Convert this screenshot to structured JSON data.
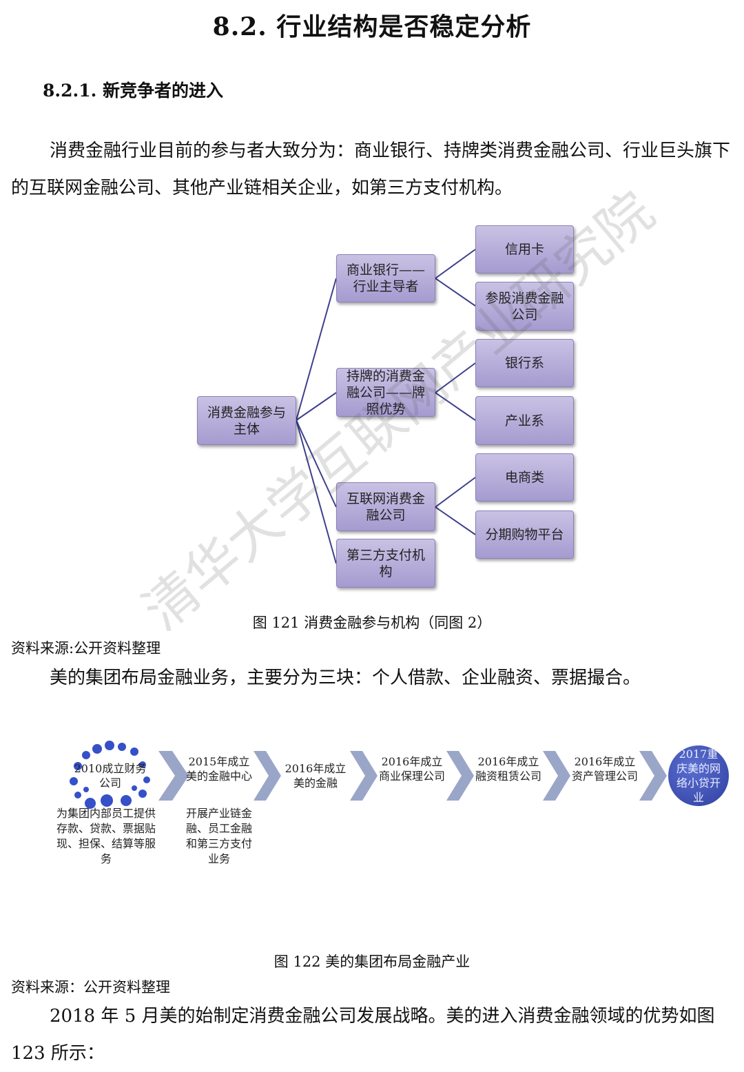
{
  "heading": "8.2.  行业结构是否稳定分析",
  "subheading": "8.2.1.   新竞争者的进入",
  "para1": "消费金融行业目前的参与者大致分为：商业银行、持牌类消费金融公司、行业巨头旗下的互联网金融公司、其他产业链相关企业，如第三方支付机构。",
  "tree": {
    "root": "消费金融参与主体",
    "l1": [
      "商业银行——行业主导者",
      "持牌的消费金融公司——牌照优势",
      "互联网消费金融公司",
      "第三方支付机构"
    ],
    "l2": [
      "信用卡",
      "参股消费金融公司",
      "银行系",
      "产业系",
      "电商类",
      "分期购物平台"
    ]
  },
  "caption1": "图  121  消费金融参与机构（同图 2）",
  "source1": "资料来源:公开资料整理",
  "para2": "美的集团布局金融业务，主要分为三块：个人借款、企业融资、票据撮合。",
  "timeline": {
    "steps": [
      "2010成立财务公司",
      "2015年成立美的金融中心",
      "2016年成立美的金融",
      "2016年成立商业保理公司",
      "2016年成立融资租赁公司",
      "2016年成立资产管理公司",
      "2017重庆美的网络小贷开业"
    ],
    "sub1": "为集团内部员工提供存款、贷款、票据贴现、担保、结算等服务",
    "sub2": "开展产业链金融、员工金融和第三方支付业务"
  },
  "caption2": "图  122  美的集团布局金融产业",
  "source2": "资料来源：公开资料整理",
  "para3": "2018 年 5 月美的始制定消费金融公司发展战略。美的进入消费金融领域的优势如图  123 所示：",
  "watermark": "清华大学互联网产业研究院",
  "colors": {
    "node": "#b3aada",
    "line": "#3d3f8c",
    "chevron": "#9aa6c8",
    "circle": "#3142a8"
  }
}
